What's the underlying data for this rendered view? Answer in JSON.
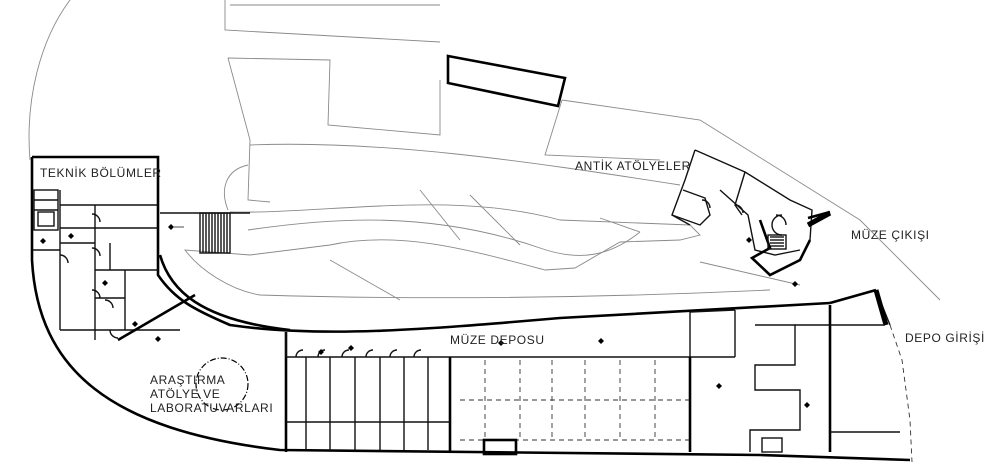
{
  "labels": {
    "technical": "TEKNİK BÖLÜMLER",
    "antique": "ANTİK ATÖLYELER",
    "exit": "MÜZE ÇIKIŞI",
    "storage": "MÜZE DEPOSU",
    "storage_entry": "DEPO GİRİŞİ",
    "research": "ARAŞTIRMA\nATÖLYE VE\nLABORATUVARLARI"
  }
}
